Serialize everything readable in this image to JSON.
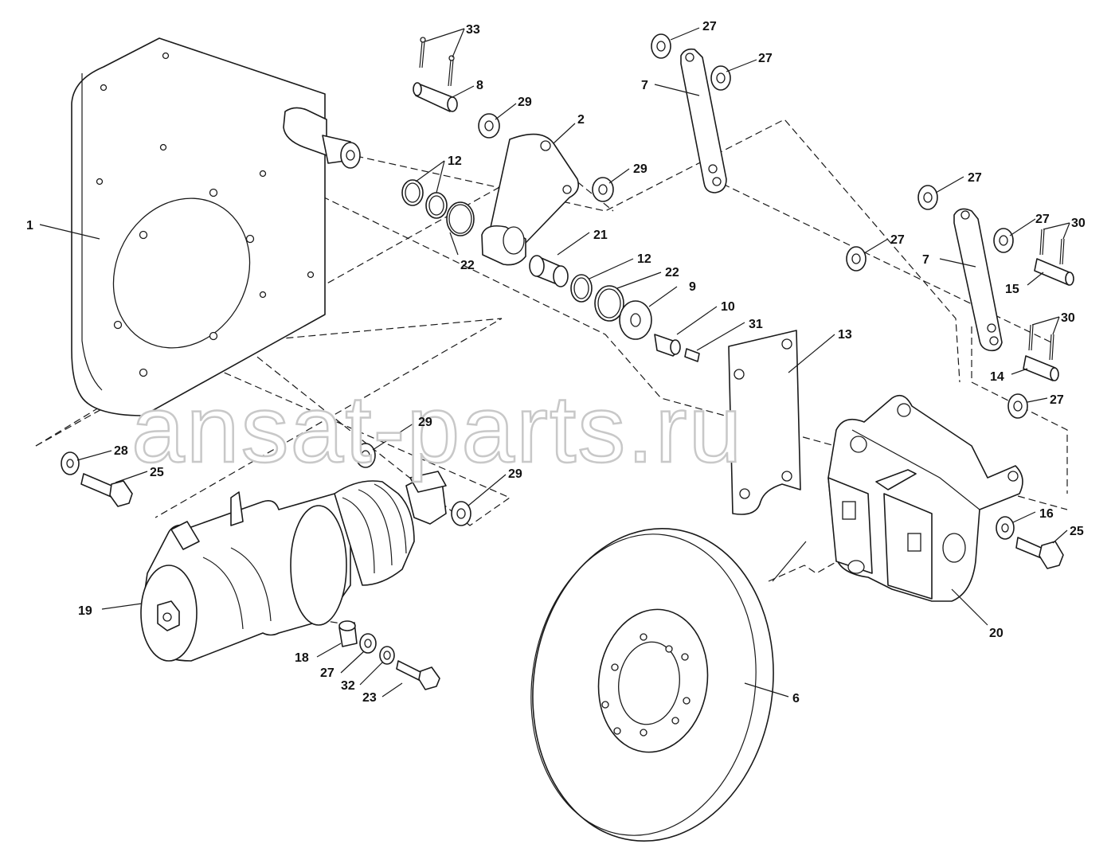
{
  "watermark": "ansat-parts.ru",
  "callouts": [
    {
      "id": "c-33",
      "text": "33"
    },
    {
      "id": "c-8",
      "text": "8"
    },
    {
      "id": "c-29a",
      "text": "29"
    },
    {
      "id": "c-2",
      "text": "2"
    },
    {
      "id": "c-12a",
      "text": "12"
    },
    {
      "id": "c-29b",
      "text": "29"
    },
    {
      "id": "c-27a",
      "text": "27"
    },
    {
      "id": "c-27b",
      "text": "27"
    },
    {
      "id": "c-7a",
      "text": "7"
    },
    {
      "id": "c-1",
      "text": "1"
    },
    {
      "id": "c-22a",
      "text": "22"
    },
    {
      "id": "c-21",
      "text": "21"
    },
    {
      "id": "c-12b",
      "text": "12"
    },
    {
      "id": "c-22b",
      "text": "22"
    },
    {
      "id": "c-9",
      "text": "9"
    },
    {
      "id": "c-10",
      "text": "10"
    },
    {
      "id": "c-31",
      "text": "31"
    },
    {
      "id": "c-13",
      "text": "13"
    },
    {
      "id": "c-27c",
      "text": "27"
    },
    {
      "id": "c-27d",
      "text": "27"
    },
    {
      "id": "c-27e",
      "text": "27"
    },
    {
      "id": "c-30a",
      "text": "30"
    },
    {
      "id": "c-7b",
      "text": "7"
    },
    {
      "id": "c-15",
      "text": "15"
    },
    {
      "id": "c-30b",
      "text": "30"
    },
    {
      "id": "c-14",
      "text": "14"
    },
    {
      "id": "c-27f",
      "text": "27"
    },
    {
      "id": "c-29c",
      "text": "29"
    },
    {
      "id": "c-28",
      "text": "28"
    },
    {
      "id": "c-25a",
      "text": "25"
    },
    {
      "id": "c-29d",
      "text": "29"
    },
    {
      "id": "c-16",
      "text": "16"
    },
    {
      "id": "c-25b",
      "text": "25"
    },
    {
      "id": "c-19",
      "text": "19"
    },
    {
      "id": "c-20",
      "text": "20"
    },
    {
      "id": "c-18",
      "text": "18"
    },
    {
      "id": "c-27g",
      "text": "27"
    },
    {
      "id": "c-32",
      "text": "32"
    },
    {
      "id": "c-23",
      "text": "23"
    },
    {
      "id": "c-6",
      "text": "6"
    }
  ]
}
